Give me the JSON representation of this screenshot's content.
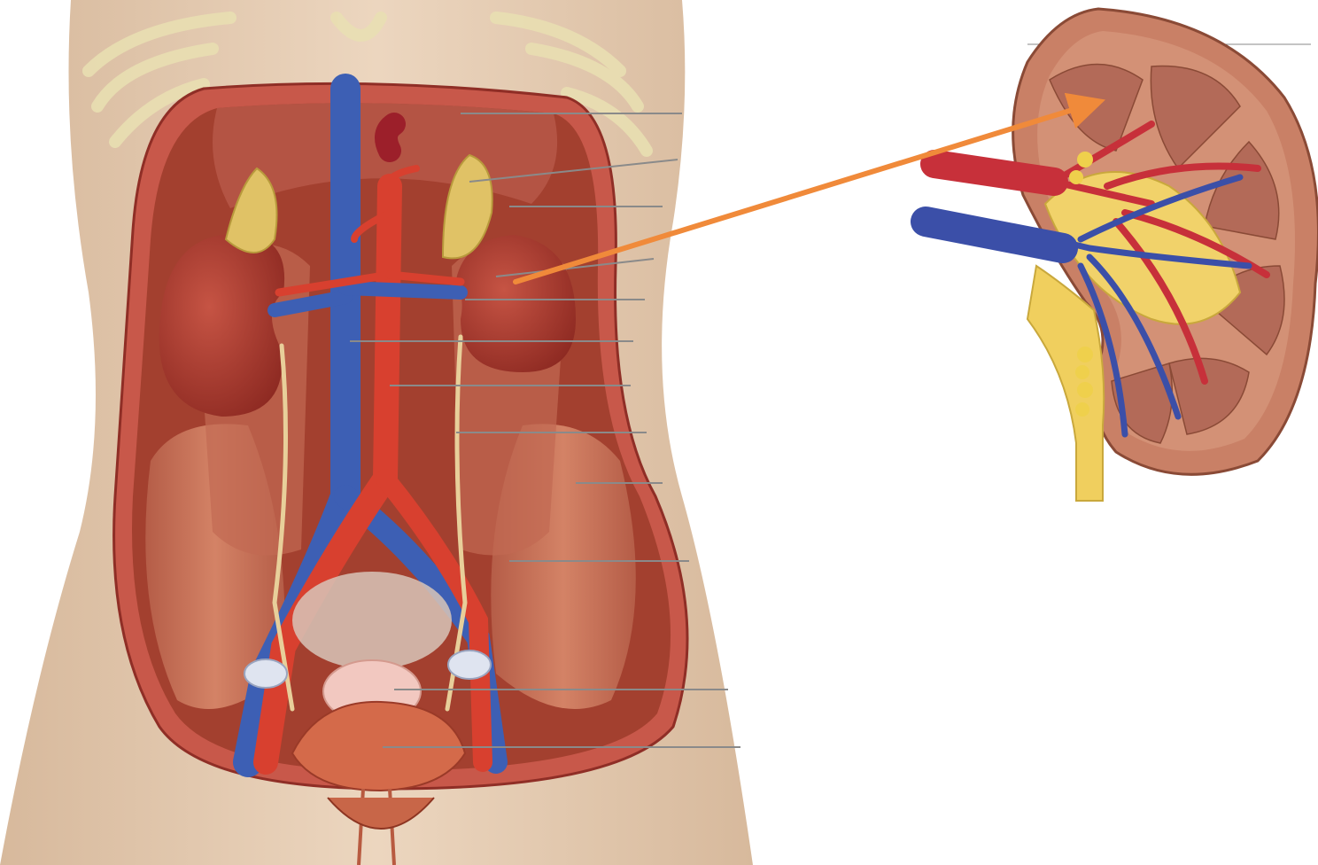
{
  "figure": {
    "left_panel": "abdominal-cavity-urinary-system",
    "right_panel": "kidney-frontal-section",
    "leader_line_count": 13,
    "label_text": []
  },
  "colors": {
    "background": "#ffffff",
    "skin": "#e6cdb4",
    "skin_shadow": "#c9ab90",
    "rib": "#e9dfb2",
    "wall": "#c8584a",
    "cavity": "#9a3b2e",
    "muscle": "#c7735a",
    "kidney": "#a8382e",
    "adrenal": "#e0c266",
    "vein": "#3d5fb4",
    "artery": "#d8402f",
    "ureter": "#e8cf9a",
    "bladder": "#d46a4a",
    "uterus": "#f2c8c0",
    "cortex": "#c98066",
    "pyramid": "#b36a58",
    "pelvis": "#f1d26a",
    "leader_line": "#8a8a8a",
    "arrow": "#f08a3a"
  }
}
